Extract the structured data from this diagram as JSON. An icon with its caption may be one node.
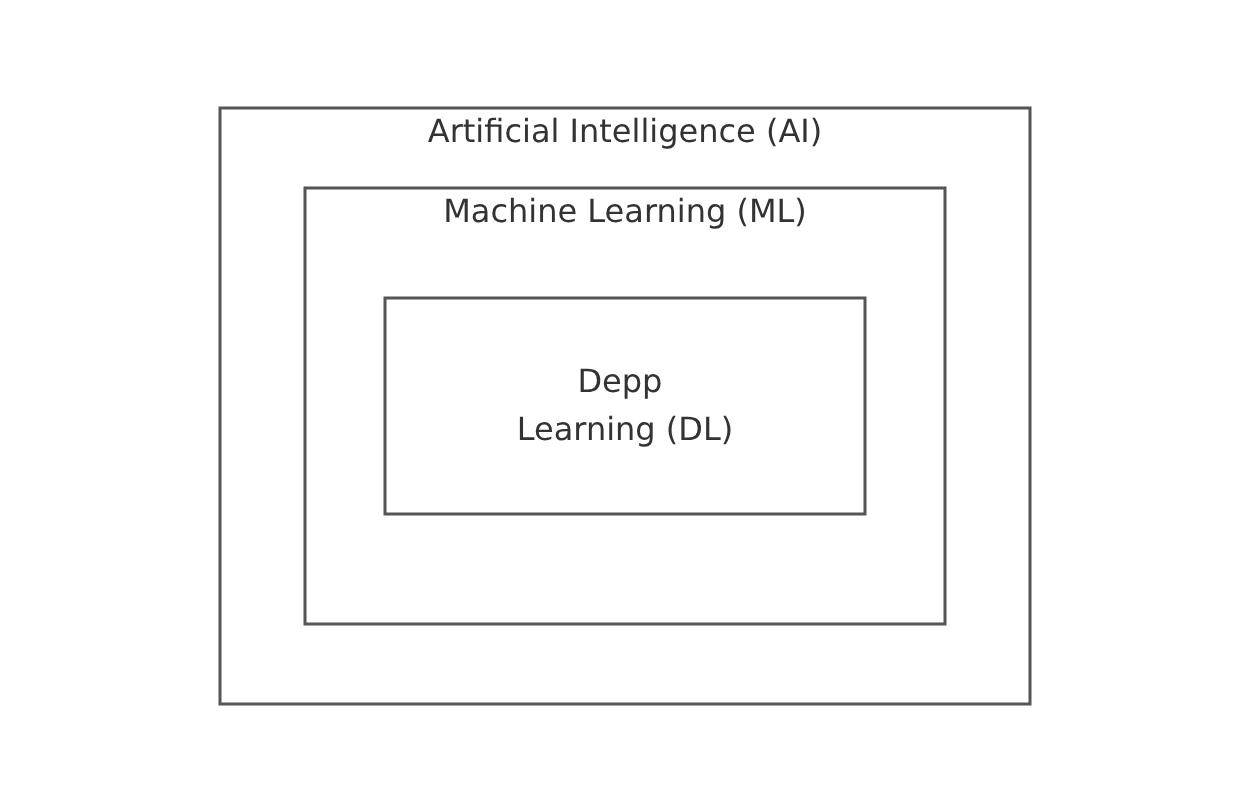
{
  "diagram": {
    "nodes": [
      {
        "text": [
          "Artificial Intelligence (AI)"
        ]
      },
      {
        "text": [
          "Machine Learning (ML)"
        ],
        "in": 0
      },
      {
        "text": [
          "Depp Learning (DL)"
        ],
        "in": 1
      }
    ]
  }
}
